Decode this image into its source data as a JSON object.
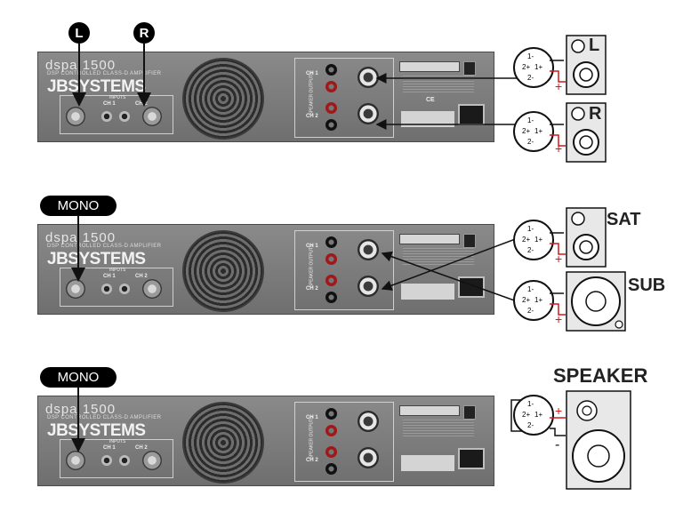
{
  "amplifier": {
    "model": "dspa 1500",
    "subtitle": "DSP CONTROLLED CLASS-D AMPLIFIER",
    "brand": "JBSYSTEMS",
    "inputs_label": "INPUTS",
    "ch1": "CH 1",
    "ch2": "CH 2",
    "speaker_outputs": "SPEAKER OUTPUTS",
    "out_ch1": "CH 1",
    "out_ch2": "CH 2",
    "ce_mark": "CE"
  },
  "sections": [
    {
      "badge": "L",
      "badge2": "R",
      "label_1": "L",
      "label_2": "R"
    },
    {
      "badge": "MONO",
      "label_1": "SAT",
      "label_2": "SUB"
    },
    {
      "badge": "MONO",
      "label_1": "SPEAKER"
    }
  ],
  "connector": {
    "pins": [
      "1-",
      "1+",
      "2+",
      "2-"
    ],
    "plus": "+",
    "minus": "-"
  },
  "colors": {
    "chassis": "#7a7a7a",
    "badge": "#000000",
    "positive_wire": "#d01818",
    "negative_wire": "#111111"
  }
}
